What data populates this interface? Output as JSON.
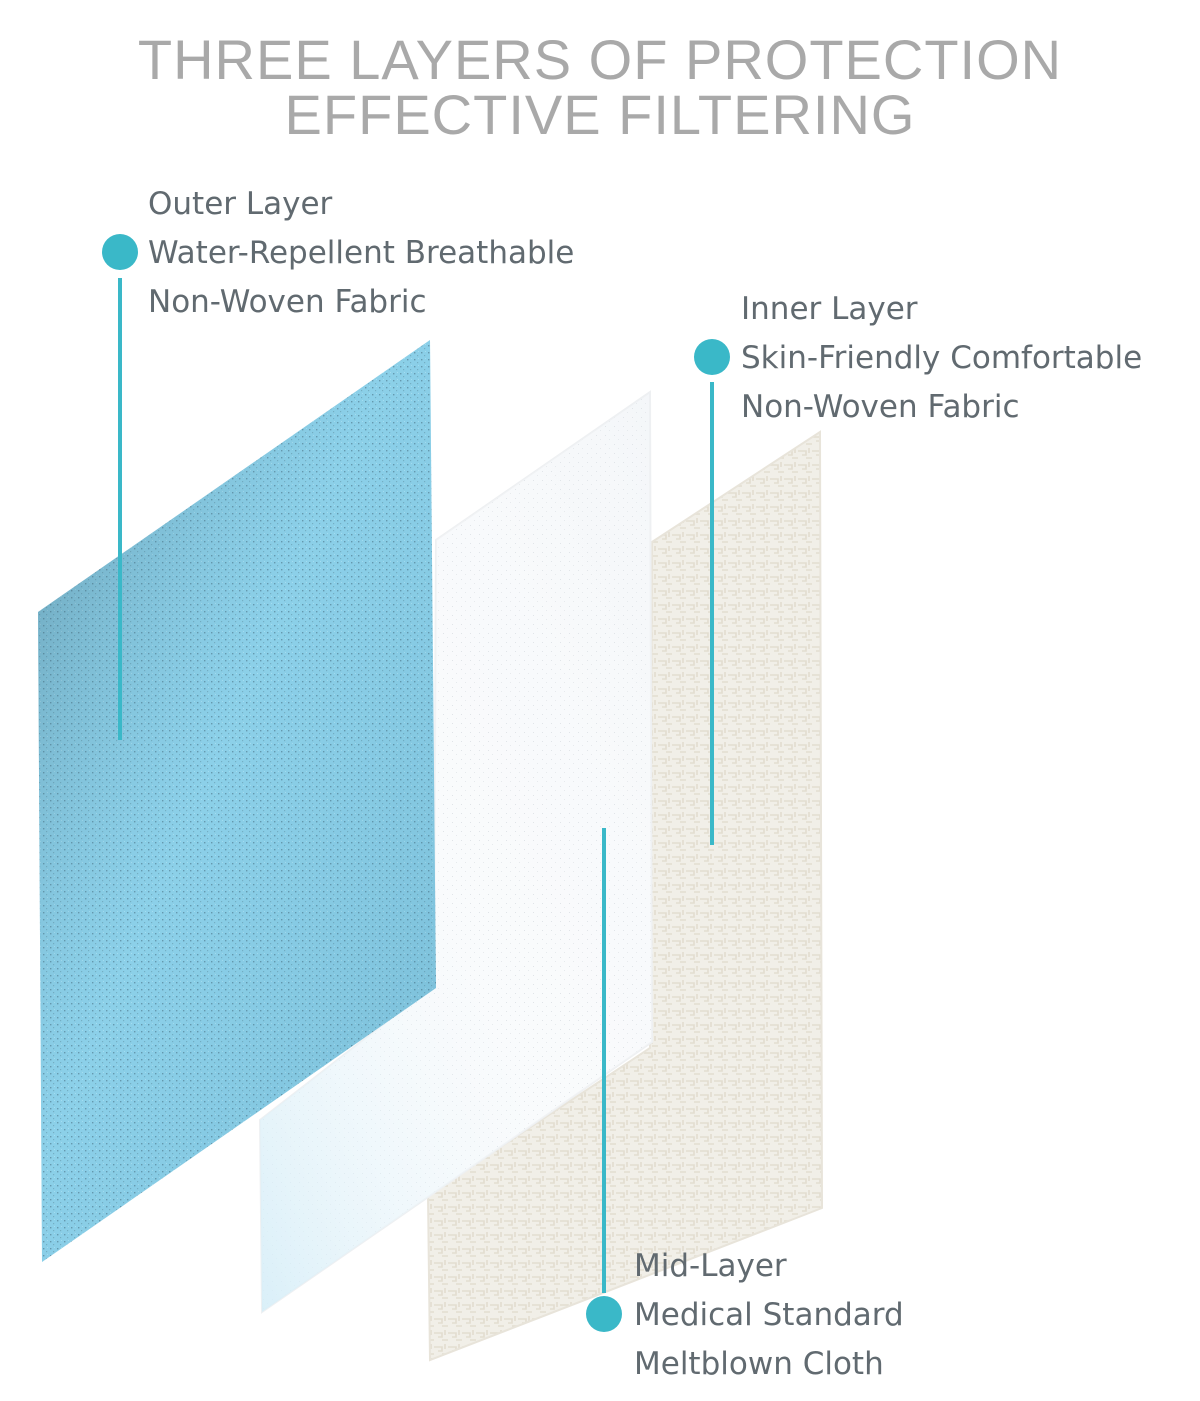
{
  "title": {
    "line1": "THREE LAYERS OF PROTECTION",
    "line2": "EFFECTIVE FILTERING"
  },
  "colors": {
    "accent": "#3ab8c8",
    "title": "#a9a9a9",
    "label_text": "#616a70",
    "outer_fabric": "#8fd3ec",
    "mid_fabric": "#f7f9fb",
    "inner_fabric": "#f1efe8"
  },
  "layers": {
    "outer": {
      "line1": "Outer Layer",
      "line2": "Water-Repellent Breathable",
      "line3": "Non-Woven Fabric"
    },
    "inner": {
      "line1": "Inner Layer",
      "line2": "Skin-Friendly Comfortable",
      "line3": "Non-Woven Fabric"
    },
    "mid": {
      "line1": "Mid-Layer",
      "line2": "Medical Standard",
      "line3": "Meltblown Cloth"
    }
  }
}
